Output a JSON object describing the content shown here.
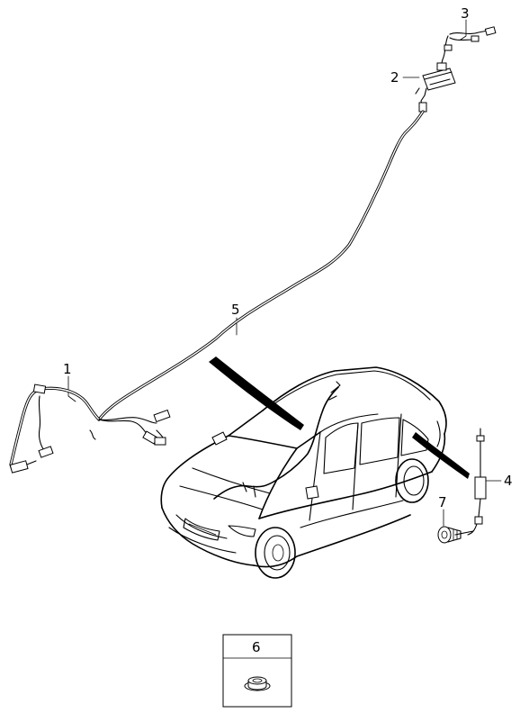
{
  "callouts": {
    "c1": "1",
    "c2": "2",
    "c3": "3",
    "c4": "4",
    "c5": "5",
    "c6": "6",
    "c7": "7"
  },
  "inset": {
    "label": "6"
  }
}
